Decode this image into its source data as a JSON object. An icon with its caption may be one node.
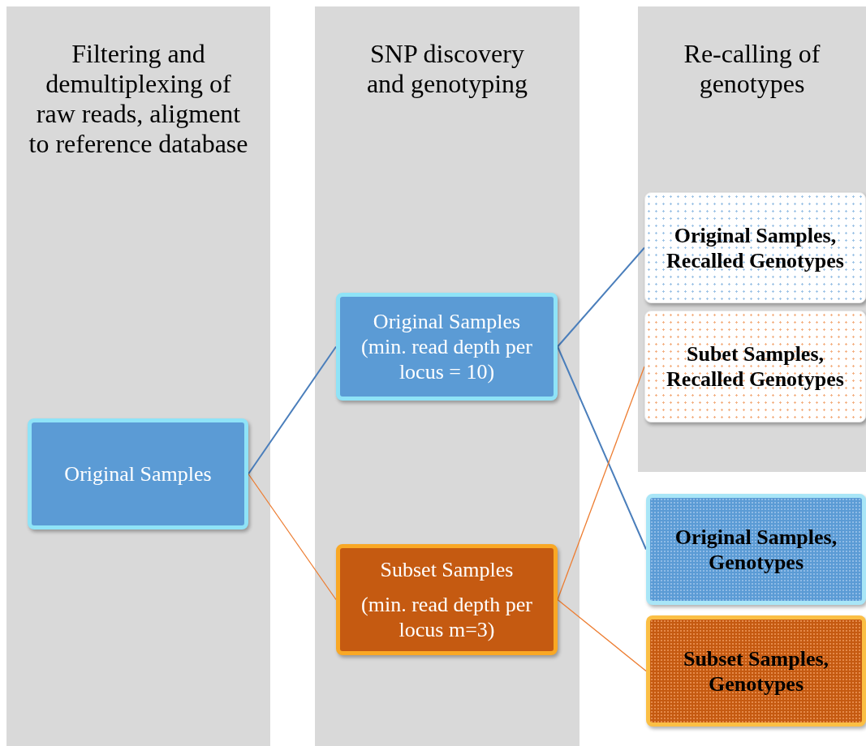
{
  "diagram": {
    "nodes": [
      {
        "text": [
          "Filtering and demultiplexing of raw reads, aligment to reference database"
        ]
      },
      {
        "text": [
          "SNP discovery and genotyping"
        ]
      },
      {
        "text": [
          "Re-calling of genotypes"
        ]
      },
      {
        "text": [
          "Original Samples"
        ],
        "in": 0
      },
      {
        "text": [
          "Original Samples (min. read depth per locus = 10)"
        ],
        "in": 1
      },
      {
        "text": [
          "Subset Samples",
          "(min. read depth per locus m=3)"
        ],
        "in": 1
      },
      {
        "text": [
          "Original Samples, Recalled Genotypes"
        ],
        "in": 2
      },
      {
        "text": [
          "Subet Samples, Recalled Genotypes"
        ],
        "in": 2
      },
      {
        "text": [
          "Original Samples, Genotypes"
        ]
      },
      {
        "text": [
          "Subset Samples, Genotypes"
        ]
      }
    ],
    "edges": [
      {
        "from": 3,
        "to": 4,
        "arrow": "none"
      },
      {
        "from": 3,
        "to": 5,
        "arrow": "none",
        "color": "#ed7d31"
      },
      {
        "from": 4,
        "to": 6,
        "arrow": "none"
      },
      {
        "from": 4,
        "to": 8,
        "arrow": "none"
      },
      {
        "from": 5,
        "to": 7,
        "arrow": "none",
        "color": "#ed7d31"
      },
      {
        "from": 5,
        "to": 9,
        "arrow": "none",
        "color": "#ed7d31"
      }
    ]
  }
}
